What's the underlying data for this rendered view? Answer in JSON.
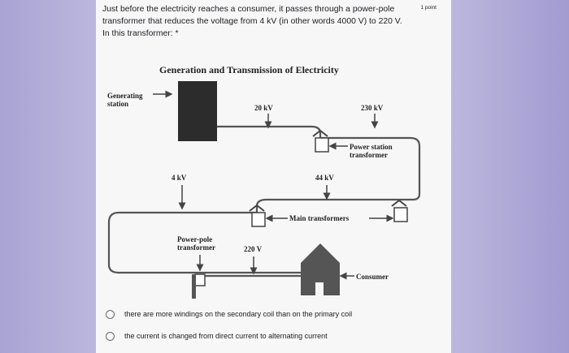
{
  "question": {
    "text": "Just before the electricity reaches a consumer, it passes through a power-pole transformer that reduces the voltage from 4 kV (in other words 4000 V) to 220 V. In this transformer:",
    "required_marker": "*",
    "points": "1 point"
  },
  "figure": {
    "title": "Generation and Transmission of Electricity",
    "generating_station": [
      "Generating",
      "station"
    ],
    "v20": "20 kV",
    "v230": "230 kV",
    "power_station_transformer": [
      "Power station",
      "transformer"
    ],
    "v4": "4 kV",
    "v44": "44 kV",
    "main_transformers": "Main transformers",
    "power_pole_transformer": [
      "Power-pole",
      "transformer"
    ],
    "v220": "220 V",
    "consumer": "Consumer"
  },
  "options": [
    {
      "label": "there are more windings on the secondary coil than on the primary coil"
    },
    {
      "label": "the current is changed from direct current to alternating current"
    }
  ],
  "colors": {
    "line": "#555555",
    "station": "#2c2c2c",
    "house": "#555555"
  }
}
